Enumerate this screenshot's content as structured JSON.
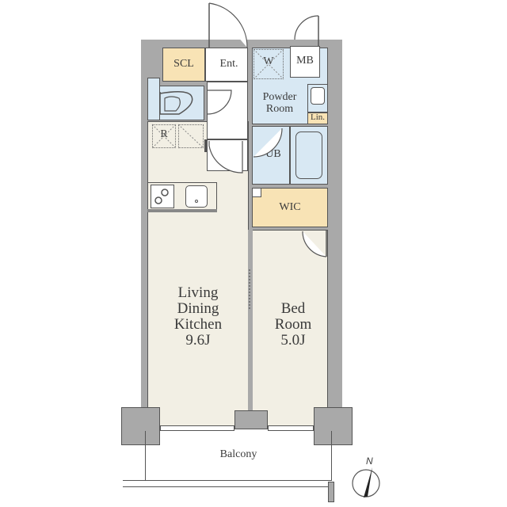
{
  "plan": {
    "rooms": {
      "scl": "SCL",
      "entrance": "Ent.",
      "washer": "W",
      "meter_box": "MB",
      "powder_room_line1": "Powder",
      "powder_room_line2": "Room",
      "linen": "Lin.",
      "refrigerator": "R",
      "unit_bath": "UB",
      "wic": "WIC",
      "ldk_line1": "Living",
      "ldk_line2": "Dining",
      "ldk_line3": "Kitchen",
      "ldk_size": "9.6J",
      "bed_line1": "Bed",
      "bed_line2": "Room",
      "bed_size": "5.0J",
      "balcony": "Balcony"
    },
    "compass": {
      "label": "N"
    },
    "colors": {
      "wall": "#a9a9a9",
      "living_floor": "#f2efe4",
      "wet_area": "#d8e8f3",
      "storage": "#f8e3b5",
      "white": "#ffffff"
    }
  }
}
